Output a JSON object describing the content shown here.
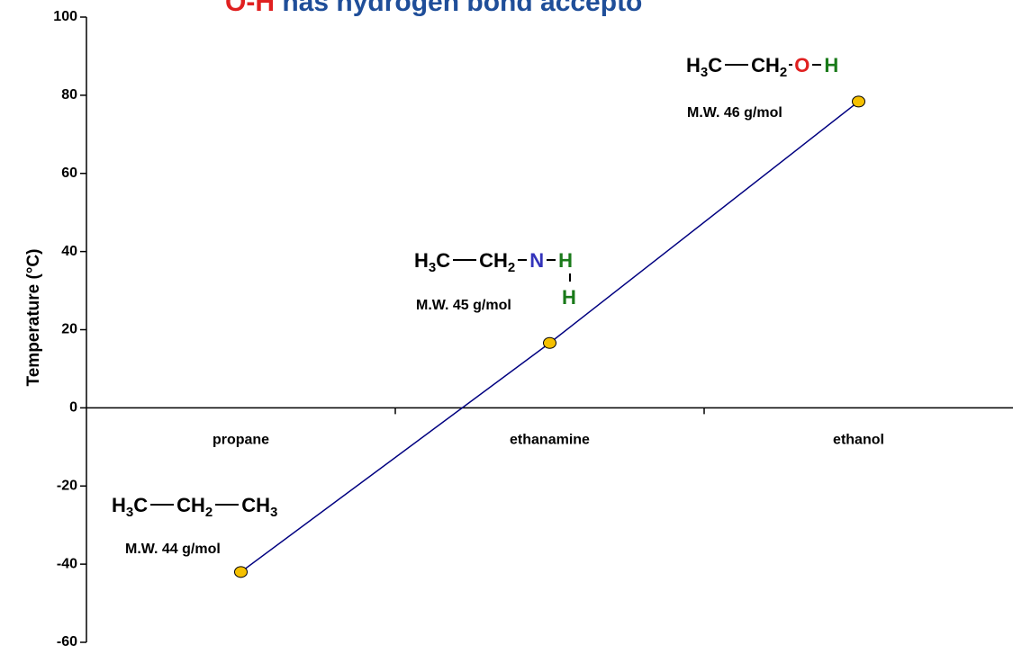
{
  "title": {
    "prefix": "O-H",
    "rest": " has hydrogen bond accepto",
    "prefix_color": "#e02020",
    "rest_color": "#1f4e99"
  },
  "chart_data": {
    "type": "line",
    "ylabel": "Temperature (°C)",
    "ylim": [
      -60,
      100
    ],
    "yticks": [
      100,
      80,
      60,
      40,
      20,
      0,
      -20,
      -40,
      -60
    ],
    "categories": [
      "propane",
      "ethanamine",
      "ethanol"
    ],
    "series": [
      {
        "values": [
          -42,
          16.6,
          78.4
        ],
        "line_color": "#000080",
        "marker_color": "#f5c000"
      }
    ],
    "grid": false
  },
  "annotations": {
    "propane": {
      "c1": "H",
      "c1_sub": "3",
      "c1_tail": "C",
      "c2": "CH",
      "c2_sub": "2",
      "c3": "CH",
      "c3_sub": "3",
      "mw": "M.W. 44 g/mol"
    },
    "ethanamine": {
      "c1": "H",
      "c1_sub": "3",
      "c1_tail": "C",
      "c2": "CH",
      "c2_sub": "2",
      "n": "N",
      "h1": "H",
      "h2": "H",
      "mw": "M.W. 45 g/mol"
    },
    "ethanol": {
      "c1": "H",
      "c1_sub": "3",
      "c1_tail": "C",
      "c2": "CH",
      "c2_sub": "2",
      "o": "O",
      "h": "H",
      "mw": "M.W. 46 g/mol"
    }
  }
}
